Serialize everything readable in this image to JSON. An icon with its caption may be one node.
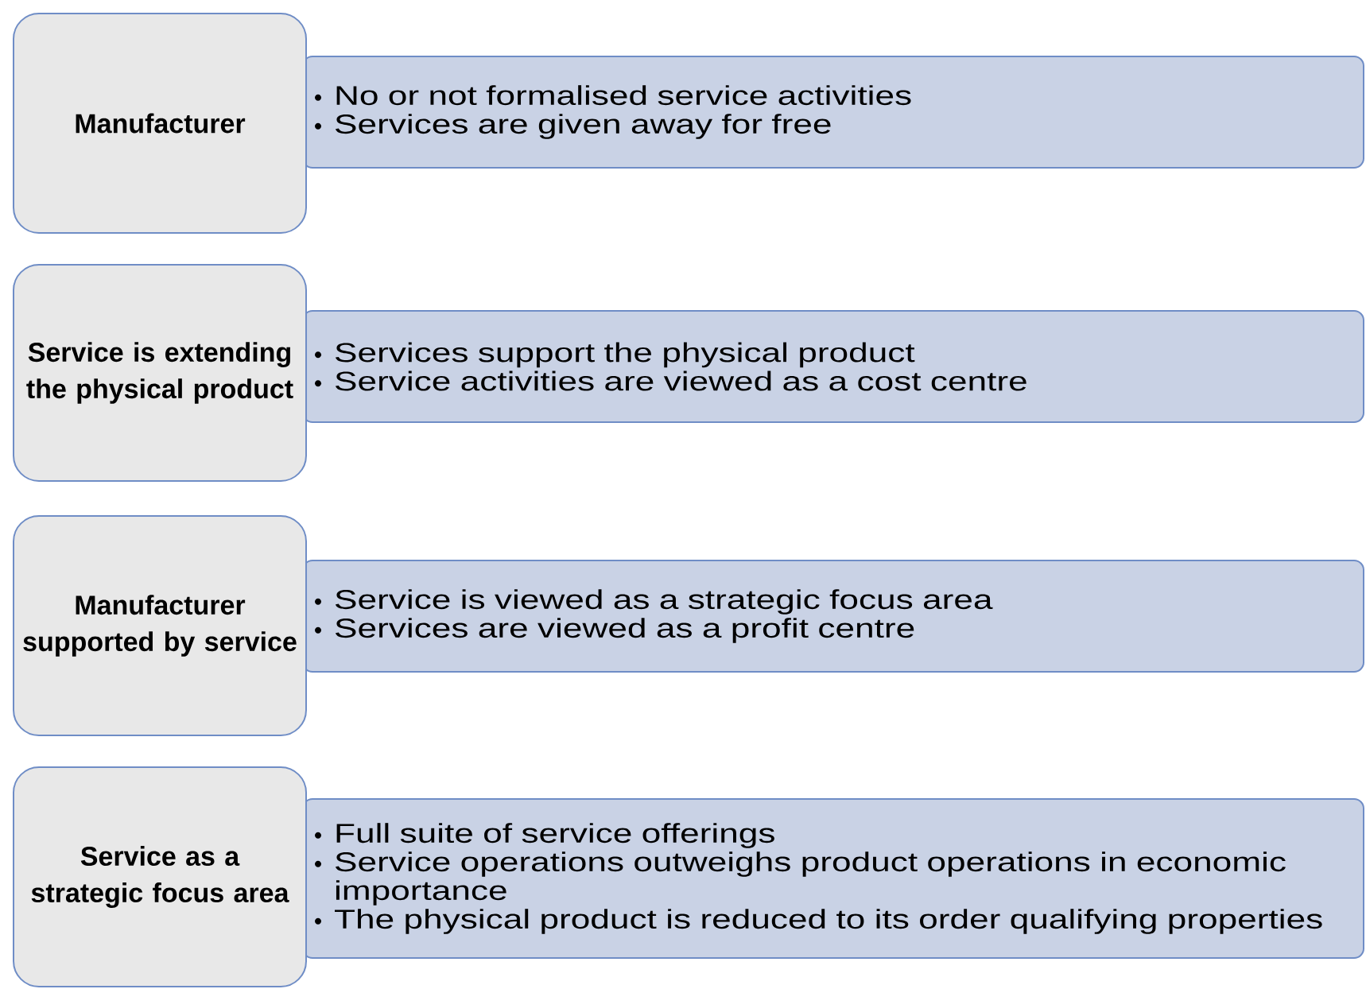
{
  "diagram": {
    "nodes": [
      {
        "text": [
          "Manufacturer"
        ]
      },
      {
        "text": [
          "No or not formalised service activities",
          "Services are given away for free"
        ]
      },
      {
        "text": [
          "Service is extending the physical product"
        ]
      },
      {
        "text": [
          "Services support the physical product",
          "Service activities are viewed as a cost centre"
        ]
      },
      {
        "text": [
          "Manufacturer supported by service"
        ]
      },
      {
        "text": [
          "Service is viewed as a strategic focus area",
          "Services are viewed as a profit centre"
        ]
      },
      {
        "text": [
          "Service as a strategic focus area"
        ]
      },
      {
        "text": [
          "Full suite of service offerings",
          "Service operations outweighs product operations in economic importance",
          "The physical product is reduced to its order qualifying properties"
        ]
      }
    ]
  }
}
